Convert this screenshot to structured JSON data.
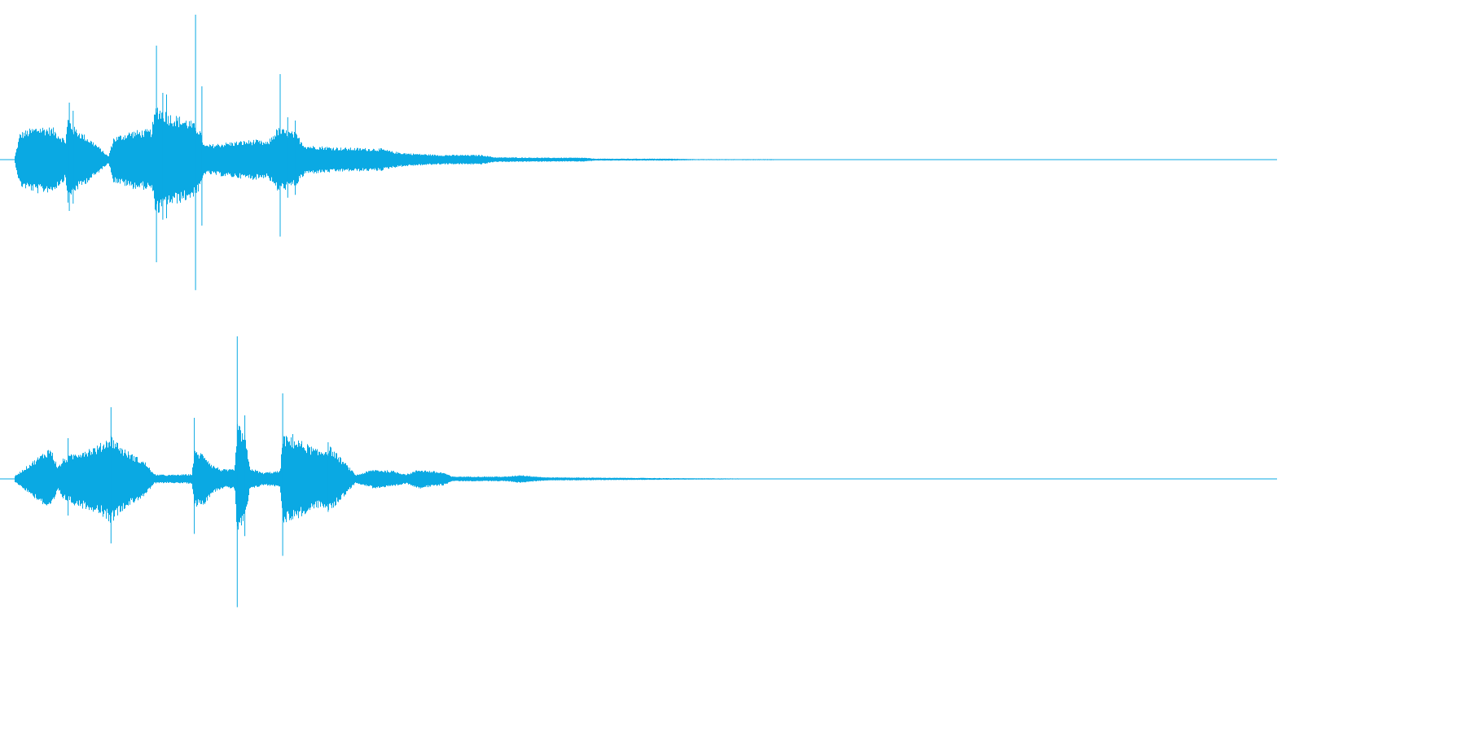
{
  "waveform_color": "#0aa9e3",
  "channels": [
    {
      "name": "upper-channel",
      "envelope": [
        [
          0.0,
          0.05
        ],
        [
          0.004,
          0.34
        ],
        [
          0.018,
          0.42
        ],
        [
          0.03,
          0.4
        ],
        [
          0.04,
          0.25
        ],
        [
          0.042,
          0.55
        ],
        [
          0.046,
          0.42
        ],
        [
          0.056,
          0.3
        ],
        [
          0.064,
          0.2
        ],
        [
          0.074,
          0.04
        ],
        [
          0.078,
          0.28
        ],
        [
          0.092,
          0.36
        ],
        [
          0.108,
          0.38
        ],
        [
          0.112,
          0.7
        ],
        [
          0.122,
          0.58
        ],
        [
          0.138,
          0.5
        ],
        [
          0.146,
          0.4
        ],
        [
          0.15,
          0.18
        ],
        [
          0.17,
          0.22
        ],
        [
          0.19,
          0.25
        ],
        [
          0.2,
          0.22
        ],
        [
          0.208,
          0.4
        ],
        [
          0.222,
          0.34
        ],
        [
          0.23,
          0.18
        ],
        [
          0.26,
          0.15
        ],
        [
          0.29,
          0.14
        ],
        [
          0.3,
          0.1
        ],
        [
          0.312,
          0.08
        ],
        [
          0.336,
          0.06
        ],
        [
          0.35,
          0.06
        ],
        [
          0.37,
          0.06
        ],
        [
          0.38,
          0.03
        ],
        [
          0.42,
          0.025
        ],
        [
          0.45,
          0.025
        ],
        [
          0.46,
          0.012
        ],
        [
          0.52,
          0.012
        ],
        [
          0.54,
          0.006
        ],
        [
          0.6,
          0.006
        ],
        [
          0.62,
          0.0
        ]
      ],
      "spikes": [
        [
          0.043,
          0.7
        ],
        [
          0.046,
          0.6
        ],
        [
          0.112,
          1.4
        ],
        [
          0.117,
          0.82
        ],
        [
          0.12,
          0.8
        ],
        [
          0.143,
          1.78
        ],
        [
          0.148,
          0.9
        ],
        [
          0.21,
          1.05
        ],
        [
          0.216,
          0.52
        ],
        [
          0.222,
          0.48
        ]
      ]
    },
    {
      "name": "lower-channel",
      "envelope": [
        [
          0.0,
          0.04
        ],
        [
          0.028,
          0.4
        ],
        [
          0.034,
          0.15
        ],
        [
          0.038,
          0.25
        ],
        [
          0.05,
          0.35
        ],
        [
          0.066,
          0.42
        ],
        [
          0.076,
          0.55
        ],
        [
          0.086,
          0.38
        ],
        [
          0.096,
          0.28
        ],
        [
          0.104,
          0.2
        ],
        [
          0.11,
          0.06
        ],
        [
          0.12,
          0.05
        ],
        [
          0.14,
          0.06
        ],
        [
          0.142,
          0.35
        ],
        [
          0.15,
          0.32
        ],
        [
          0.156,
          0.18
        ],
        [
          0.164,
          0.12
        ],
        [
          0.174,
          0.12
        ],
        [
          0.176,
          0.7
        ],
        [
          0.182,
          0.55
        ],
        [
          0.186,
          0.14
        ],
        [
          0.196,
          0.08
        ],
        [
          0.21,
          0.1
        ],
        [
          0.212,
          0.55
        ],
        [
          0.226,
          0.48
        ],
        [
          0.24,
          0.36
        ],
        [
          0.25,
          0.4
        ],
        [
          0.264,
          0.16
        ],
        [
          0.27,
          0.05
        ],
        [
          0.284,
          0.12
        ],
        [
          0.3,
          0.1
        ],
        [
          0.31,
          0.06
        ],
        [
          0.32,
          0.12
        ],
        [
          0.34,
          0.08
        ],
        [
          0.346,
          0.03
        ],
        [
          0.39,
          0.03
        ],
        [
          0.4,
          0.05
        ],
        [
          0.42,
          0.02
        ],
        [
          0.5,
          0.012
        ],
        [
          0.54,
          0.008
        ],
        [
          0.6,
          0.004
        ],
        [
          0.66,
          0.004
        ],
        [
          0.7,
          0.0
        ]
      ],
      "spikes": [
        [
          0.042,
          0.5
        ],
        [
          0.076,
          0.88
        ],
        [
          0.142,
          0.75
        ],
        [
          0.176,
          1.75
        ],
        [
          0.182,
          0.78
        ],
        [
          0.212,
          1.05
        ],
        [
          0.22,
          0.55
        ],
        [
          0.248,
          0.45
        ]
      ]
    }
  ]
}
